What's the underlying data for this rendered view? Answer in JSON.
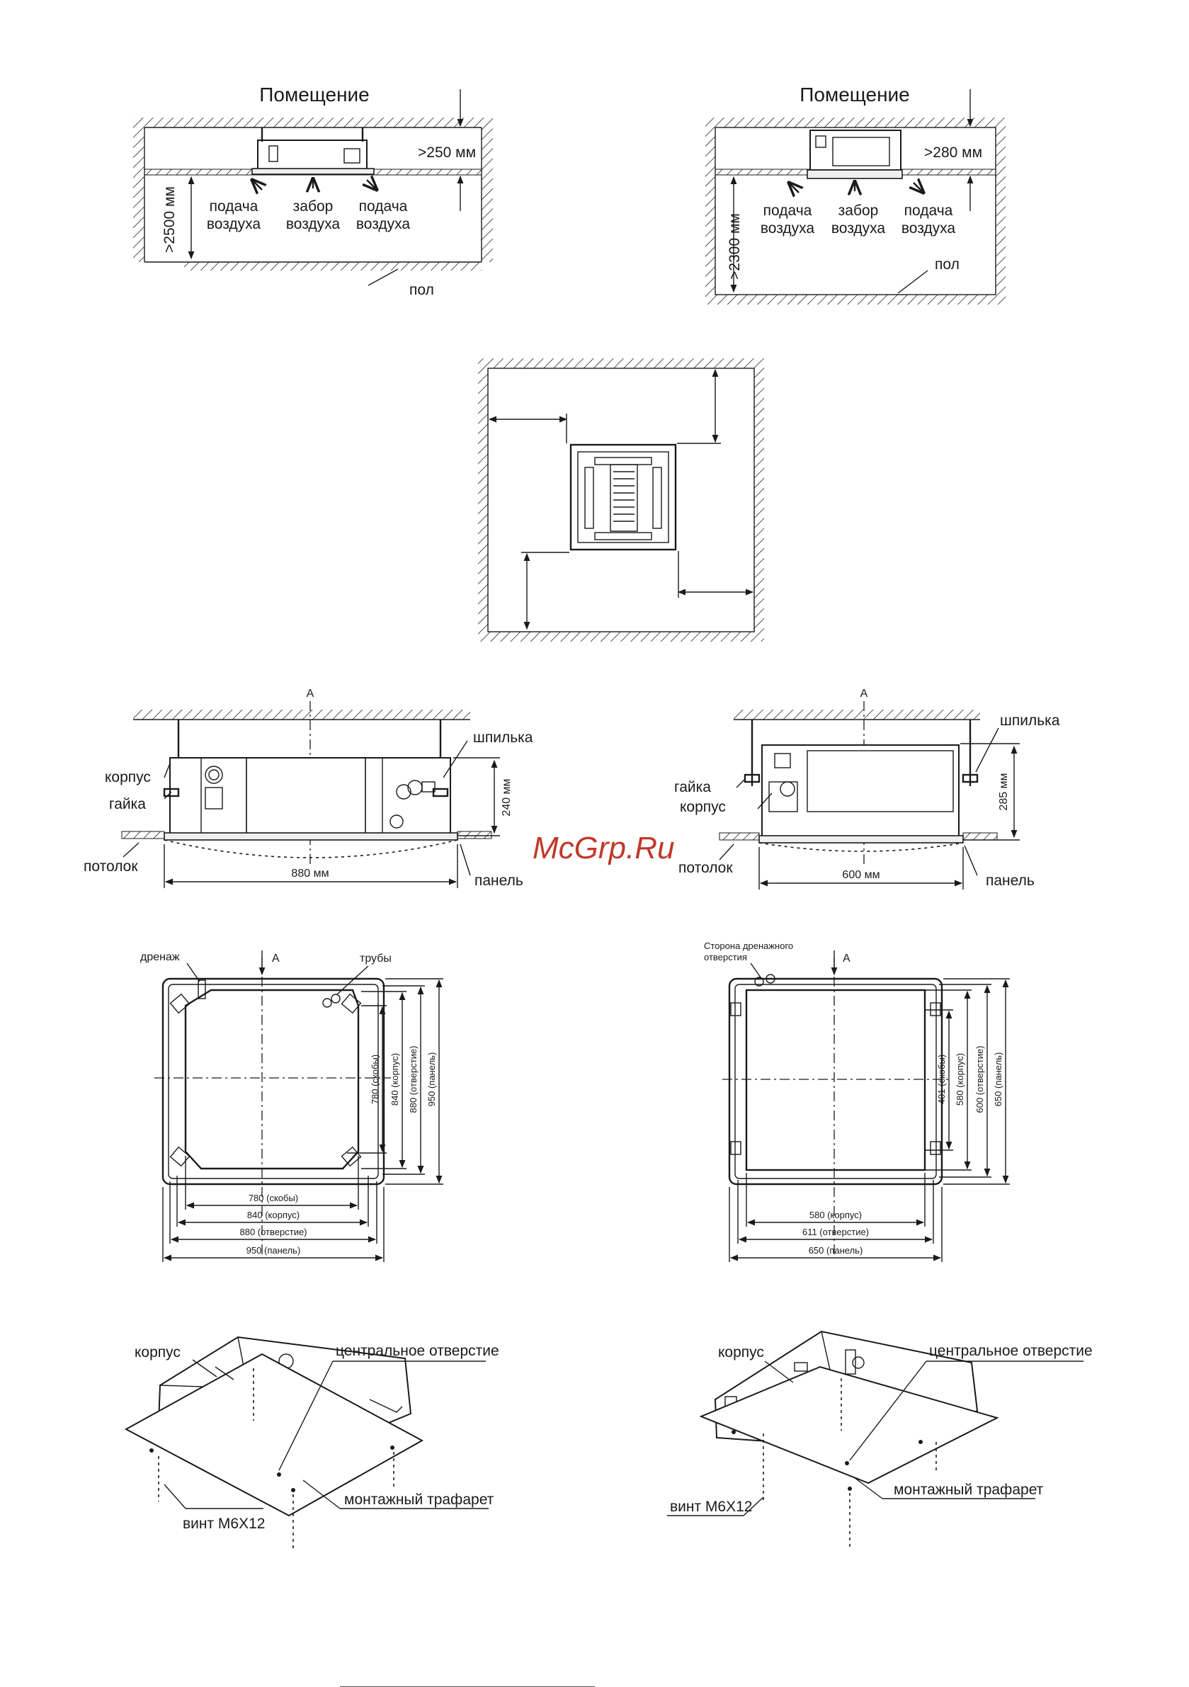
{
  "watermark": "McGrp.Ru",
  "section_room_left": {
    "title": "Помещение",
    "clearance_top": ">250 мм",
    "height": ">2500 мм",
    "supply_left": "подача\nвоздуха",
    "intake": "забор\nвоздуха",
    "supply_right": "подача\nвоздуха",
    "floor": "пол"
  },
  "section_room_right": {
    "title": "Помещение",
    "clearance_top": ">280 мм",
    "height": ">2300 мм",
    "supply_left": "подача\nвоздуха",
    "intake": "забор\nвоздуха",
    "supply_right": "подача\nвоздуха",
    "floor": "пол"
  },
  "side_view_left": {
    "axis": "A",
    "housing": "корпус",
    "nut": "гайка",
    "stud": "шпилька",
    "ceiling": "потолок",
    "panel": "панель",
    "height_dim": "240 мм",
    "width_dim": "880 мм"
  },
  "side_view_right": {
    "axis": "A",
    "housing": "корпус",
    "nut": "гайка",
    "stud": "шпилька",
    "ceiling": "потолок",
    "panel": "панель",
    "height_dim": "285 мм",
    "width_dim": "600 мм"
  },
  "plan_left": {
    "axis": "A",
    "drain": "дренаж",
    "pipes": "трубы",
    "dims_h": [
      "780 (скобы)",
      "840 (корпус)",
      "880 (отверстие)",
      "950 (панель)"
    ],
    "dims_v": [
      "780 (скобы)",
      "840 (корпус)",
      "880 (отверстие)",
      "950 (панель)"
    ]
  },
  "plan_right": {
    "axis": "A",
    "drain_side": "Сторона дренажного\nотверстия",
    "dims_h": [
      "580 (корпус)",
      "611 (отверстие)",
      "650 (панель)"
    ],
    "dims_v": [
      "401 (скобы)",
      "580 (корпус)",
      "600 (отверстие)",
      "650 (панель)"
    ]
  },
  "iso_left": {
    "housing": "корпус",
    "center_hole": "центральное отверстие",
    "screw": "винт М6Х12",
    "template": "монтажный трафарет"
  },
  "iso_right": {
    "housing": "корпус",
    "center_hole": "центральное отверстие",
    "screw": "винт М6Х12",
    "template": "монтажный трафарет"
  }
}
